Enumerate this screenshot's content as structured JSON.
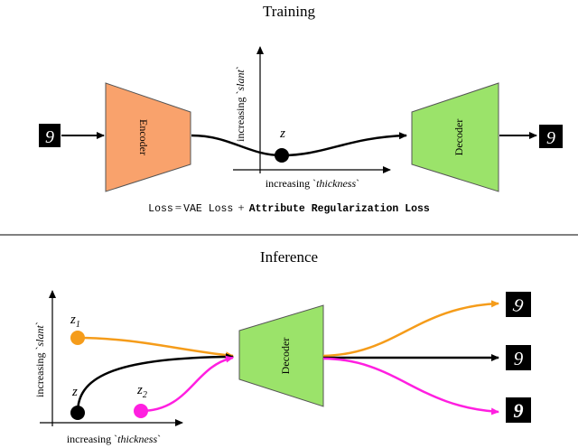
{
  "training": {
    "title": "Training",
    "encoder_label": "Encoder",
    "decoder_label": "Decoder",
    "latent_label": "z",
    "axis_y_label_prefix": "increasing `",
    "axis_y_label_attr": "slant",
    "axis_y_label_suffix": "`",
    "axis_x_label_prefix": "increasing `",
    "axis_x_label_attr": "thickness",
    "axis_x_label_suffix": "`",
    "digit_input": "9",
    "digit_output": "9",
    "loss_prefix": "Loss",
    "loss_equals": "=",
    "loss_vae": "VAE Loss",
    "loss_plus": "+",
    "loss_attr": "Attribute Regularization Loss"
  },
  "inference": {
    "title": "Inference",
    "decoder_label": "Decoder",
    "axis_y_label_prefix": "increasing `",
    "axis_y_label_attr": "slant",
    "axis_y_label_suffix": "`",
    "axis_x_label_prefix": "increasing `",
    "axis_x_label_attr": "thickness",
    "axis_x_label_suffix": "`",
    "z1_base": "z",
    "z1_sub": "1",
    "z_base": "z",
    "z2_base": "z",
    "z2_sub": "2",
    "digit_top": "9",
    "digit_mid": "9",
    "digit_bottom": "9"
  },
  "colors": {
    "encoder_fill": "#f9a26c",
    "decoder_fill": "#9be36a",
    "orange": "#f59c1a",
    "magenta": "#ff1fe0",
    "black": "#000000"
  }
}
